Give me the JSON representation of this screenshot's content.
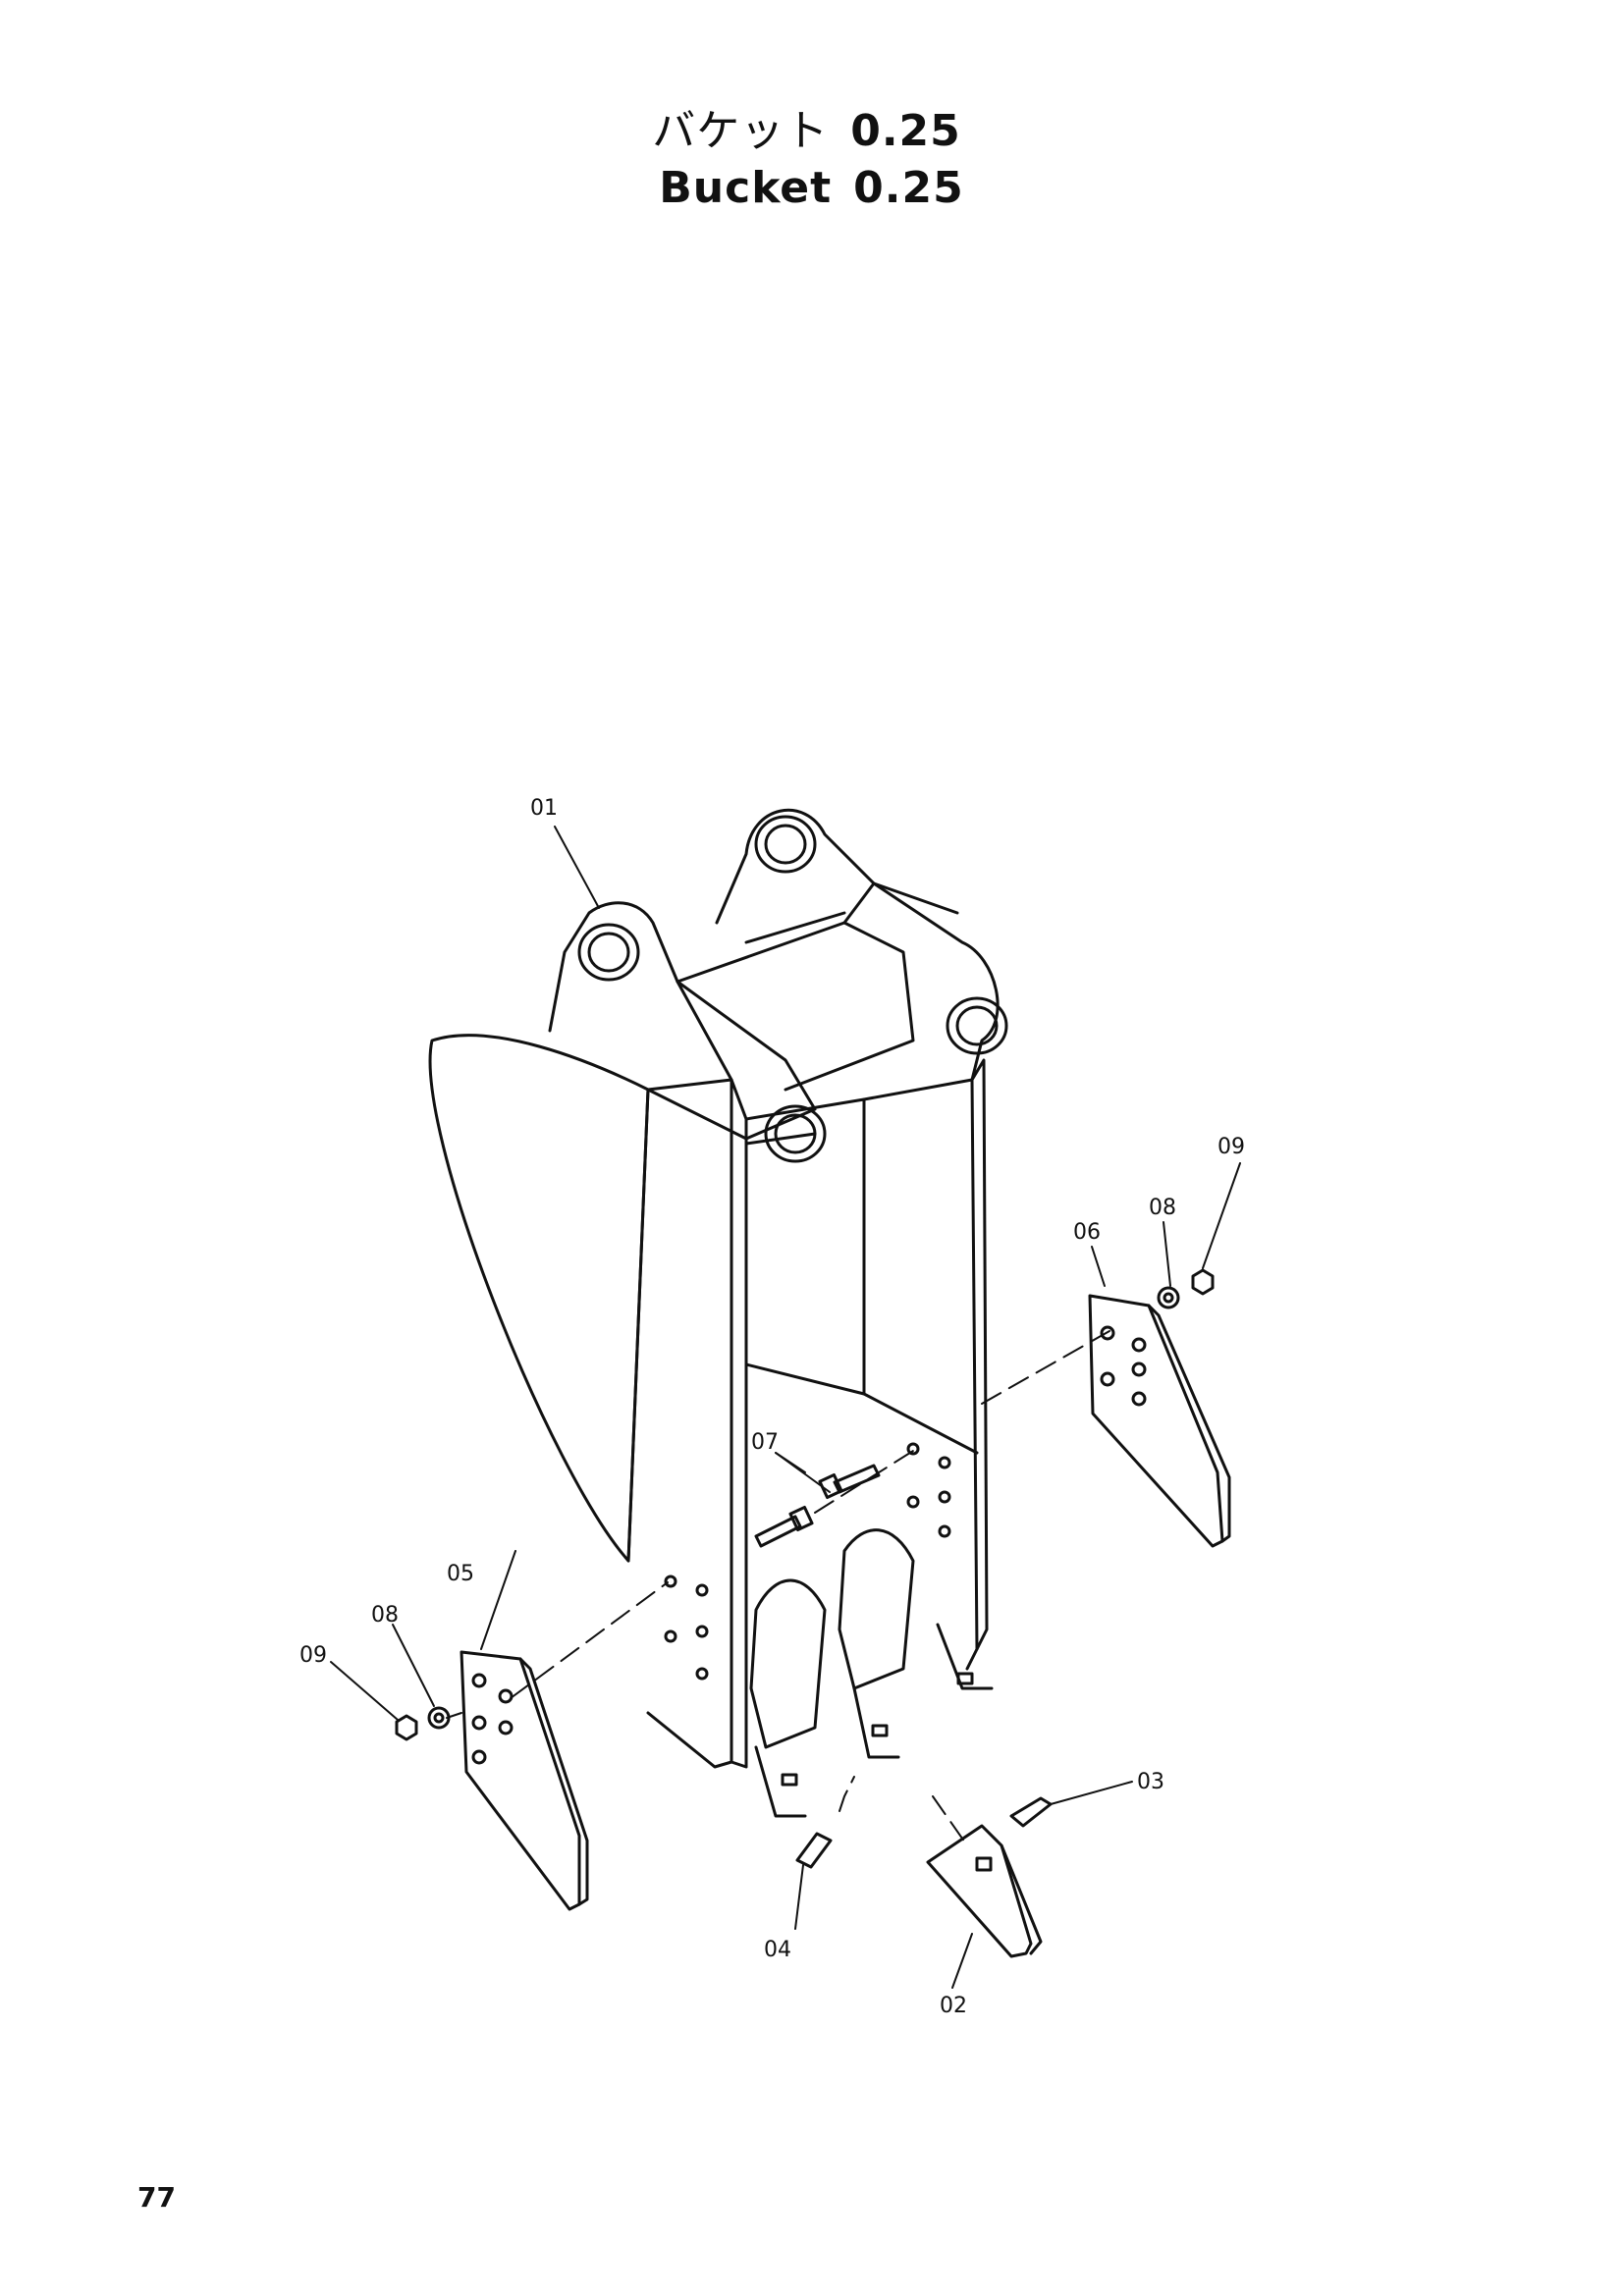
{
  "title": {
    "jp_text": "バケット",
    "jp_number": "0.25",
    "en_text": "Bucket",
    "en_number": "0.25"
  },
  "callouts": {
    "part_01": "01",
    "part_02": "02",
    "part_03": "03",
    "part_04": "04",
    "part_05": "05",
    "part_06": "06",
    "part_07": "07",
    "part_08_left": "08",
    "part_08_right": "08",
    "part_09_left": "09",
    "part_09_right": "09"
  },
  "page_number": "77"
}
